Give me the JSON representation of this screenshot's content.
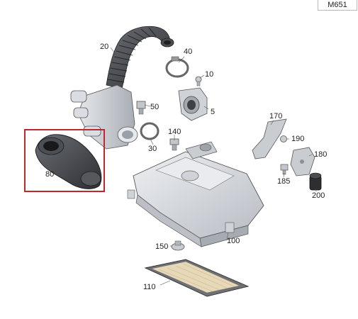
{
  "diagram": {
    "model_code": "M651",
    "highlighted_part": "80",
    "colors": {
      "highlight": "#c0272d",
      "part_fill": "#d6d9de",
      "part_dark": "#3a3c40",
      "line": "#555555"
    },
    "parts": [
      {
        "id": "p20",
        "label": "20",
        "name": "intake-hose"
      },
      {
        "id": "p40",
        "label": "40",
        "name": "hose-clamp"
      },
      {
        "id": "p10",
        "label": "10",
        "name": "screw"
      },
      {
        "id": "p5",
        "label": "5",
        "name": "air-mass-sensor"
      },
      {
        "id": "p50",
        "label": "50",
        "name": "bolt"
      },
      {
        "id": "p30",
        "label": "30",
        "name": "clamp-ring"
      },
      {
        "id": "p140",
        "label": "140",
        "name": "screw"
      },
      {
        "id": "p170",
        "label": "170",
        "name": "bracket"
      },
      {
        "id": "p190",
        "label": "190",
        "name": "nut"
      },
      {
        "id": "p180",
        "label": "180",
        "name": "bracket-plate"
      },
      {
        "id": "p185",
        "label": "185",
        "name": "bolt"
      },
      {
        "id": "p200",
        "label": "200",
        "name": "rubber-mount"
      },
      {
        "id": "p80",
        "label": "80",
        "name": "air-intake-duct"
      },
      {
        "id": "p100",
        "label": "100",
        "name": "air-filter-housing"
      },
      {
        "id": "p150",
        "label": "150",
        "name": "grommet"
      },
      {
        "id": "p110",
        "label": "110",
        "name": "filter-element"
      }
    ]
  }
}
